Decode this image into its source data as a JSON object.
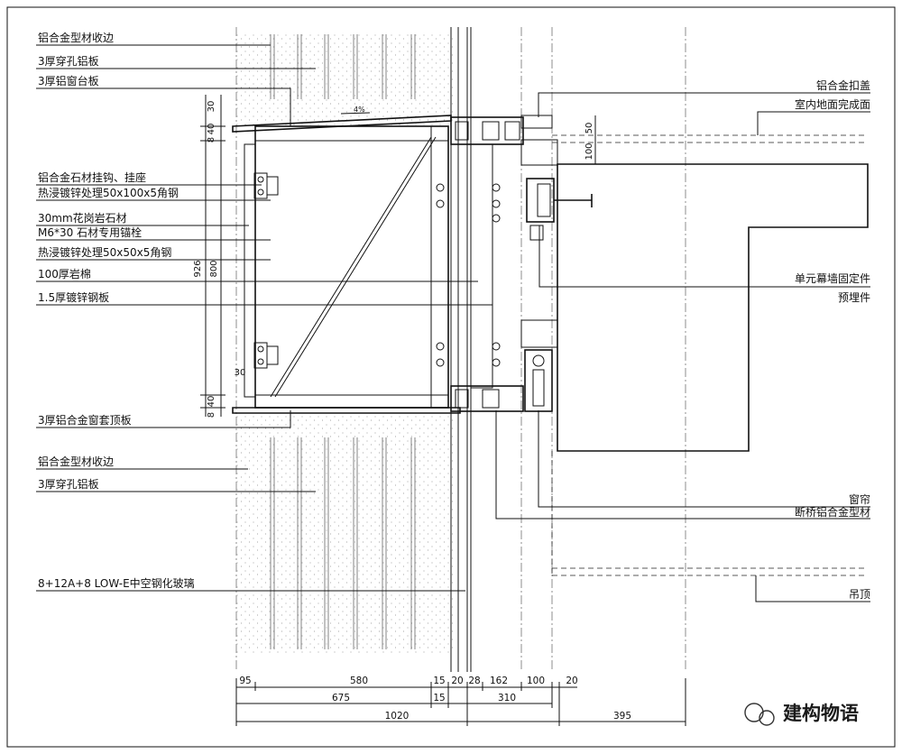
{
  "labels_left": [
    "铝合金型材收边",
    "3厚穿孔铝板",
    "3厚铝窗台板",
    "铝合金石材挂钩、挂座",
    "热浸镀锌处理50x100x5角钢",
    "30mm花岗岩石材",
    "M6*30 石材专用锚栓",
    "热浸镀锌处理50x50x5角钢",
    "100厚岩棉",
    "1.5厚镀锌钢板",
    "3厚铝合金窗套顶板",
    "铝合金型材收边",
    "3厚穿孔铝板",
    "8+12A+8 LOW-E中空钢化玻璃"
  ],
  "labels_right": [
    "铝合金扣盖",
    "室内地面完成面",
    "单元幕墙固定件",
    "预埋件",
    "窗帘",
    "断桥铝合金型材",
    "吊顶"
  ],
  "slope_label": "4%",
  "dims_vertical": {
    "d30_top": "30",
    "d40": "40",
    "d8_top": "8",
    "d926": "926",
    "d800": "800",
    "d30_mid": "30",
    "d40_b": "40",
    "d8_b": "8",
    "d50": "50",
    "d100": "100"
  },
  "dims_row1": [
    "95",
    "580",
    "15",
    "20",
    "28",
    "162",
    "100",
    "20"
  ],
  "dims_row2": [
    "675",
    "15",
    "310"
  ],
  "dims_row3": [
    "1020",
    "395"
  ],
  "watermark": "建构物语",
  "colors": {
    "line": "#111111",
    "background": "#ffffff"
  }
}
